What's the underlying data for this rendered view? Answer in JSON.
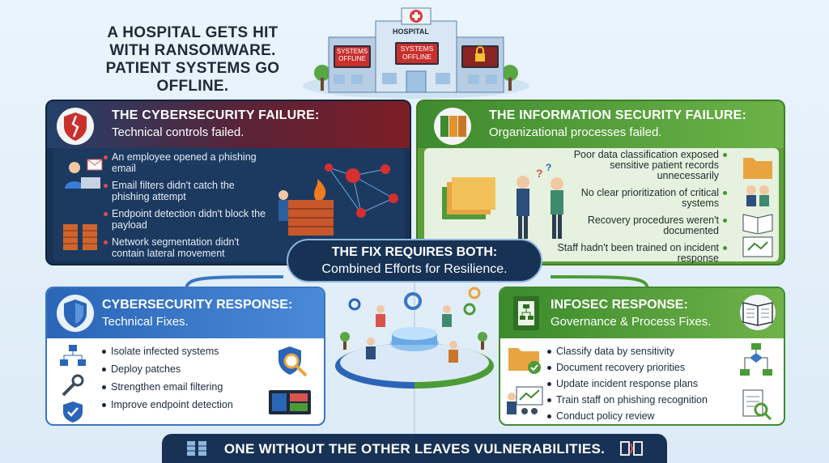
{
  "headline": {
    "line1": "A HOSPITAL GETS HIT",
    "line2": "WITH RANSOMWARE.",
    "line3": "PATIENT SYSTEMS GO OFFLINE."
  },
  "hospital": {
    "sign": "HOSPITAL",
    "screen_left": "SYSTEMS OFFLINE",
    "screen_mid": "SYSTEMS OFFLINE"
  },
  "cyber_failure": {
    "title": "THE CYBERSECURITY FAILURE:",
    "subtitle": "Technical controls failed.",
    "items": [
      "An employee opened a phishing email",
      "Email filters didn't catch the phishing attempt",
      "Endpoint detection didn't block the payload",
      "Network segmentation didn't contain lateral movement"
    ]
  },
  "info_failure": {
    "title": "THE INFORMATION SECURITY FAILURE:",
    "subtitle": "Organizational processes failed.",
    "items": [
      "Poor data classification exposed sensitive patient records unnecessarily",
      "No clear prioritization of critical systems",
      "Recovery procedures weren't documented",
      "Staff hadn't been trained on incident response"
    ]
  },
  "fix": {
    "line1": "THE FIX REQUIRES BOTH:",
    "line2": "Combined Efforts for Resilience."
  },
  "cyber_response": {
    "title": "CYBERSECURITY RESPONSE:",
    "subtitle": "Technical Fixes.",
    "items": [
      "Isolate infected systems",
      "Deploy patches",
      "Strengthen email filtering",
      "Improve endpoint detection"
    ]
  },
  "infosec_response": {
    "title": "INFOSEC RESPONSE:",
    "subtitle": "Governance & Process Fixes.",
    "items": [
      "Classify data by sensitivity",
      "Document recovery priorities",
      "Update incident response plans",
      "Train staff on phishing recognition",
      "Conduct policy review"
    ]
  },
  "bottom": {
    "text": "ONE WITHOUT THE OTHER LEAVES VULNERABILITIES."
  },
  "colors": {
    "navy": "#173254",
    "red": "#7d1e26",
    "green": "#5b9e3a",
    "blue": "#2a65b8"
  }
}
